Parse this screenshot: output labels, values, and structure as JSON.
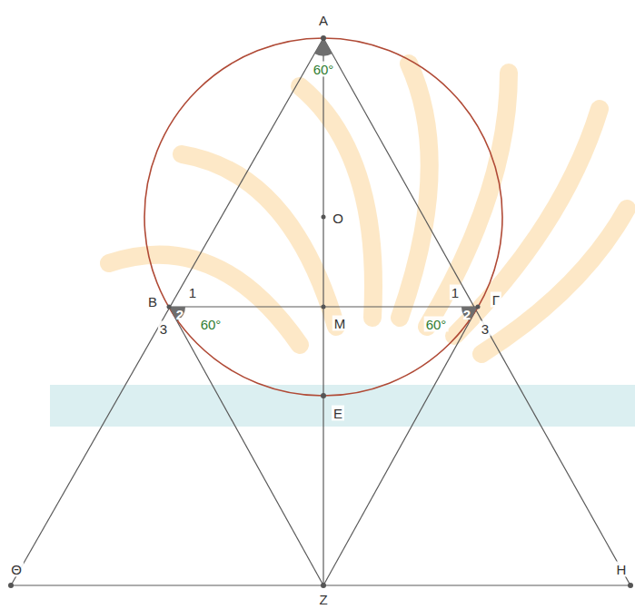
{
  "diagram": {
    "labels": [
      "A",
      "60°",
      "O",
      "B",
      "1",
      "2",
      "60°",
      "M",
      "1",
      "2",
      "60°",
      "Γ",
      "3",
      "3",
      "E",
      "Θ",
      "Z",
      "H"
    ]
  }
}
